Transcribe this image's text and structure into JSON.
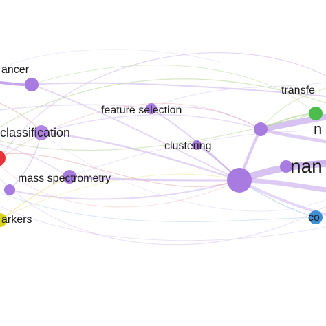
{
  "network": {
    "colors": {
      "purple": "#a77be0",
      "red": "#e8353b",
      "green": "#4cbd4c",
      "blue": "#3d8fd6",
      "yellow": "#d8d420",
      "edge_purple": "#c6a9ec",
      "edge_green": "#b9d89a",
      "edge_red": "#eaa3a3",
      "edge_yellow": "#e6e27a"
    },
    "labels": {
      "cancer": "ancer",
      "transfer": "transfe",
      "feature_selection": "feature selection",
      "classification": "classification",
      "n_cut": "n",
      "clustering": "clustering",
      "nano": "nan",
      "mass_spectrometry": "mass spectrometry",
      "markers": "arkers",
      "co": "co"
    }
  }
}
